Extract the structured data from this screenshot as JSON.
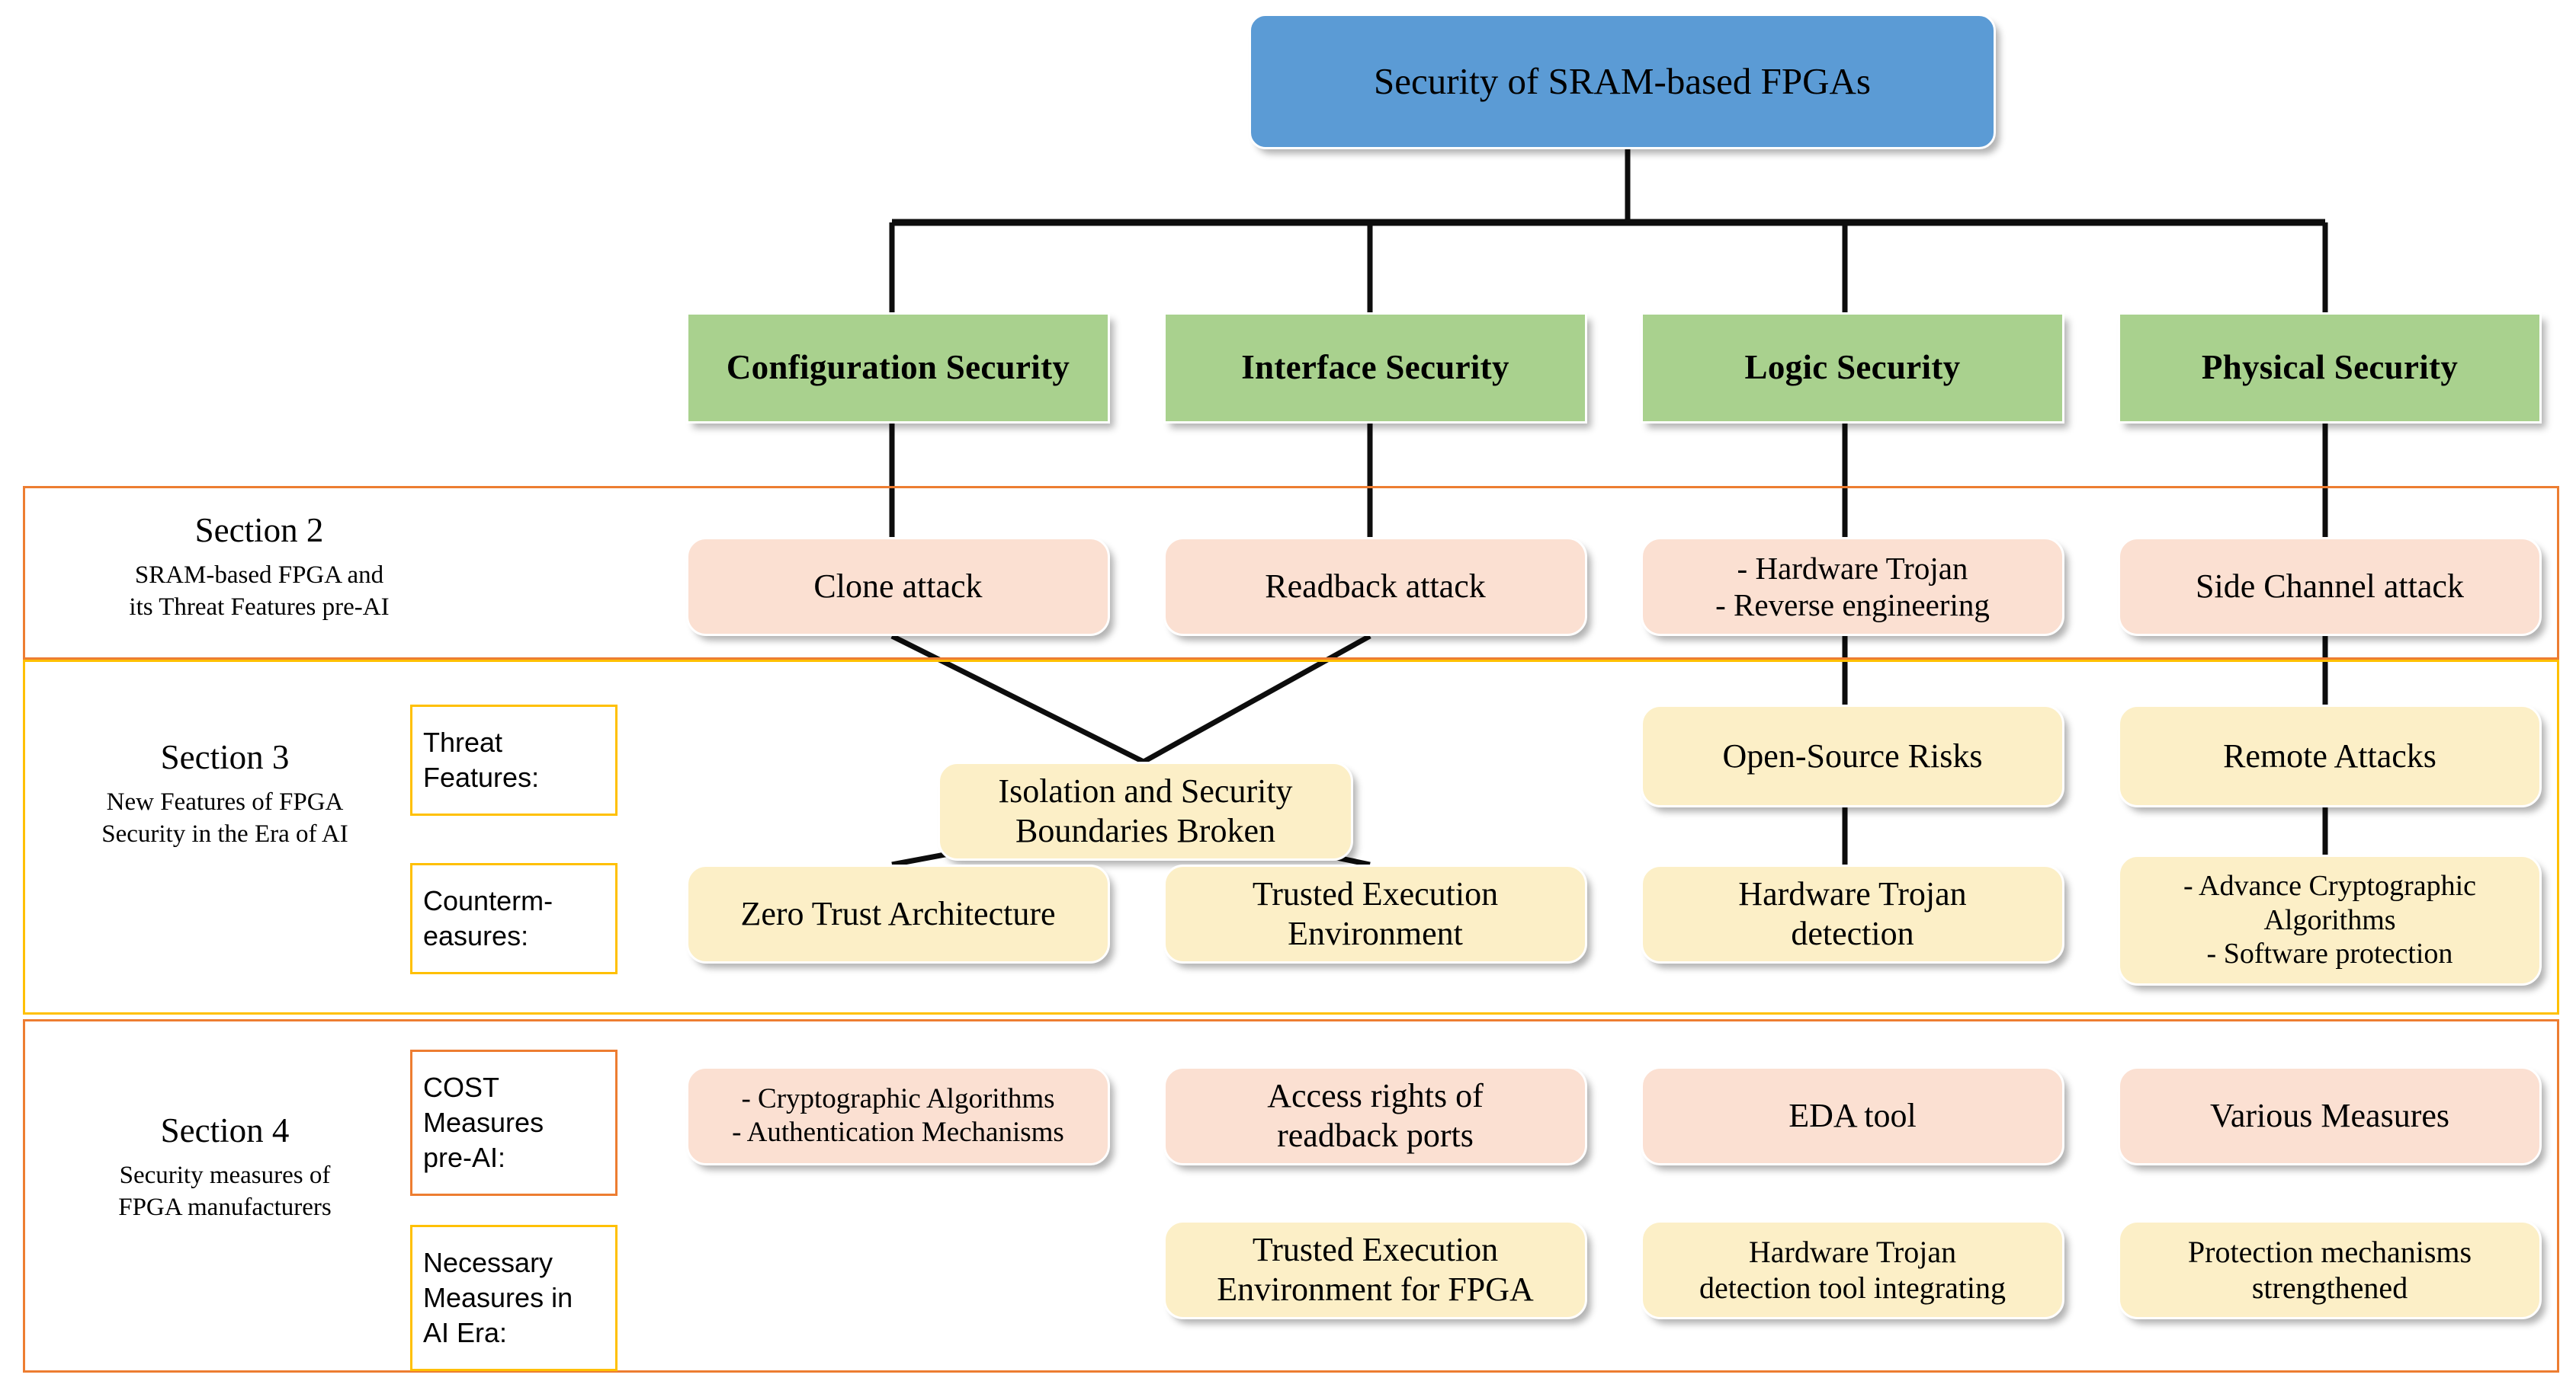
{
  "diagram": {
    "title": "Security of SRAM-based FPGAs",
    "root": {
      "label": "Security of SRAM-based FPGAs",
      "color": "#5B9BD5"
    },
    "categories": [
      {
        "label": "Configuration Security",
        "color": "#A9D18E"
      },
      {
        "label": "Interface  Security",
        "color": "#A9D18E"
      },
      {
        "label": "Logic  Security",
        "color": "#A9D18E"
      },
      {
        "label": "Physical  Security",
        "color": "#A9D18E"
      }
    ],
    "sections": [
      {
        "id": "section-2",
        "number": "Section 2",
        "description": "SRAM-based FPGA and\nits Threat Features pre-AI",
        "border_color": "#ED7D31",
        "tags": [],
        "rows": [
          {
            "id": "threats-pre-ai",
            "color": "#FBE0D2",
            "cells": [
              "Clone attack",
              "Readback attack",
              "- Hardware Trojan\n- Reverse engineering",
              "Side Channel attack"
            ]
          }
        ]
      },
      {
        "id": "section-3",
        "number": "Section 3",
        "description": "New Features of FPGA\nSecurity in the Era of AI",
        "border_color": "#FFC000",
        "tags": [
          {
            "id": "threat-features",
            "label": "Threat\nFeatures:",
            "border_color": "#FFC000"
          },
          {
            "id": "countermeasures",
            "label": "Counterm-\neasures:",
            "border_color": "#FFC000"
          }
        ],
        "rows": [
          {
            "id": "new-threat-features",
            "color": "#FCEFC7",
            "cells": [
              "Isolation and Security\nBoundaries Broken",
              "Open-Source Risks",
              "Remote Attacks"
            ]
          },
          {
            "id": "new-countermeasures",
            "color": "#FCEFC7",
            "cells": [
              "Zero Trust Architecture",
              "Trusted Execution\nEnvironment",
              "Hardware Trojan\ndetection",
              "- Advance  Cryptographic\nAlgorithms\n- Software protection"
            ]
          }
        ]
      },
      {
        "id": "section-4",
        "number": "Section 4",
        "description": "Security measures of\nFPGA manufacturers",
        "border_color": "#ED7D31",
        "tags": [
          {
            "id": "cost-measures",
            "label": "COST\nMeasures\npre-AI:",
            "border_color": "#ED7D31"
          },
          {
            "id": "necessary-measures",
            "label": "Necessary\nMeasures in\nAI Era:",
            "border_color": "#FFC000"
          }
        ],
        "rows": [
          {
            "id": "cost-measures-row",
            "color": "#FBE0D2",
            "cells": [
              "- Cryptographic  Algorithms\n- Authentication  Mechanisms",
              "Access rights of\nreadback ports",
              "EDA tool",
              "Various Measures"
            ]
          },
          {
            "id": "ai-era-measures-row",
            "color": "#FCEFC7",
            "cells": [
              "Trusted Execution\nEnvironment for FPGA",
              "Hardware Trojan\ndetection tool integrating",
              "Protection mechanisms\nstrengthened"
            ]
          }
        ]
      }
    ]
  }
}
